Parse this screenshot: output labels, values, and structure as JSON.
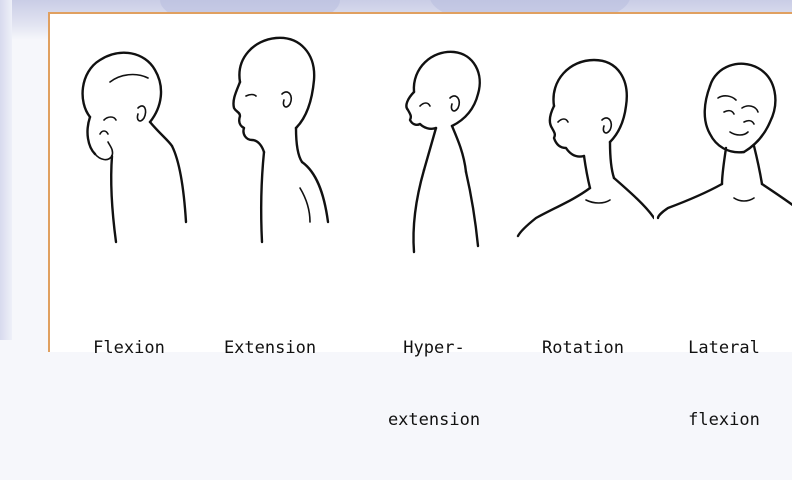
{
  "diagram": {
    "figures": [
      {
        "id": "flexion",
        "icon": "head-flexion-drawing",
        "label_lines": [
          "Flexion"
        ]
      },
      {
        "id": "extension",
        "icon": "head-extension-drawing",
        "label_lines": [
          "Extension"
        ]
      },
      {
        "id": "hyperextension",
        "icon": "head-hyperextension-drawing",
        "label_lines": [
          "Hyper-",
          "extension"
        ]
      },
      {
        "id": "rotation",
        "icon": "head-rotation-drawing",
        "label_lines": [
          "Rotation"
        ]
      },
      {
        "id": "lateral-flexion",
        "icon": "head-lateral-flexion-drawing",
        "label_lines": [
          "Lateral",
          "flexion"
        ]
      }
    ]
  },
  "colors": {
    "panel_border": "#e0a060",
    "ink": "#111111",
    "watermark": "#b8bddf"
  }
}
